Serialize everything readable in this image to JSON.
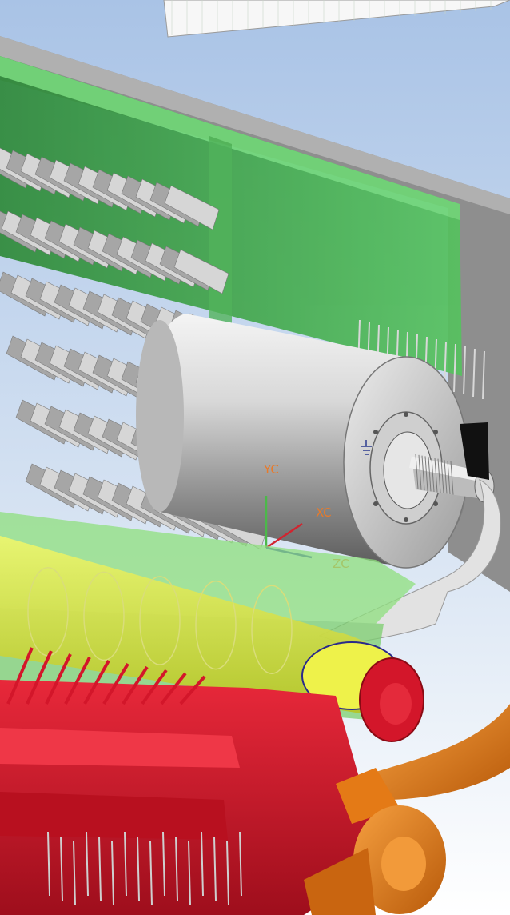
{
  "viewport": {
    "background_top": "#a9c3e6",
    "background_bottom": "#ffffff"
  },
  "triad": {
    "x_label": "XC",
    "y_label": "YC",
    "z_label": "ZC",
    "x_color": "#d2242f",
    "y_color": "#4cb84a",
    "z_color": "#2838b4"
  },
  "icons": {
    "ground": "ground-symbol-icon"
  },
  "colors": {
    "housing_green": "#3fb04a",
    "frame_gray": "#9a9a9a",
    "drum_gray": "#c9c9c9",
    "roller_yellow": "#e6ec2e",
    "frame_red": "#d3162a",
    "linkage_orange": "#e47a16",
    "tine_gray": "#cfcfcf"
  }
}
